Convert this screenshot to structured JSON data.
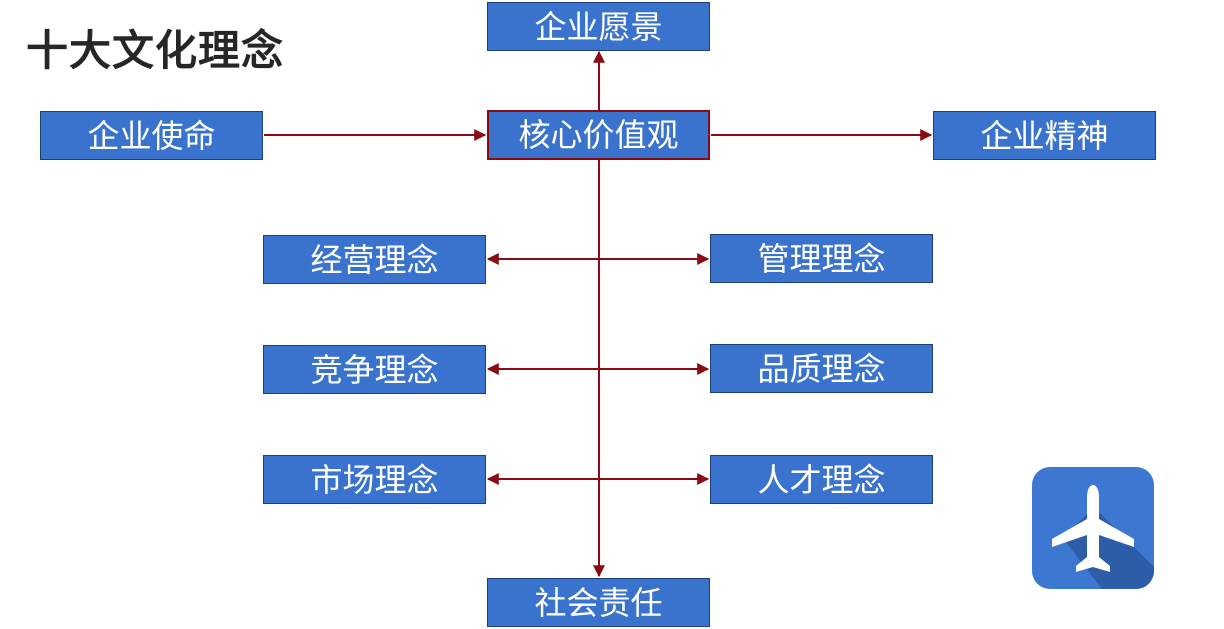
{
  "title": "十大文化理念",
  "nodes": {
    "vision": "企业愿景",
    "mission": "企业使命",
    "core": "核心价值观",
    "spirit": "企业精神",
    "business": "经营理念",
    "management": "管理理念",
    "competition": "竞争理念",
    "quality": "品质理念",
    "market": "市场理念",
    "talent": "人才理念",
    "responsibility": "社会责任"
  },
  "colors": {
    "box": "#3a73cd",
    "connector": "#8b0a14",
    "title": "#262626",
    "app_icon": "#3c78d2"
  },
  "icons": {
    "app": "airplane-icon"
  }
}
